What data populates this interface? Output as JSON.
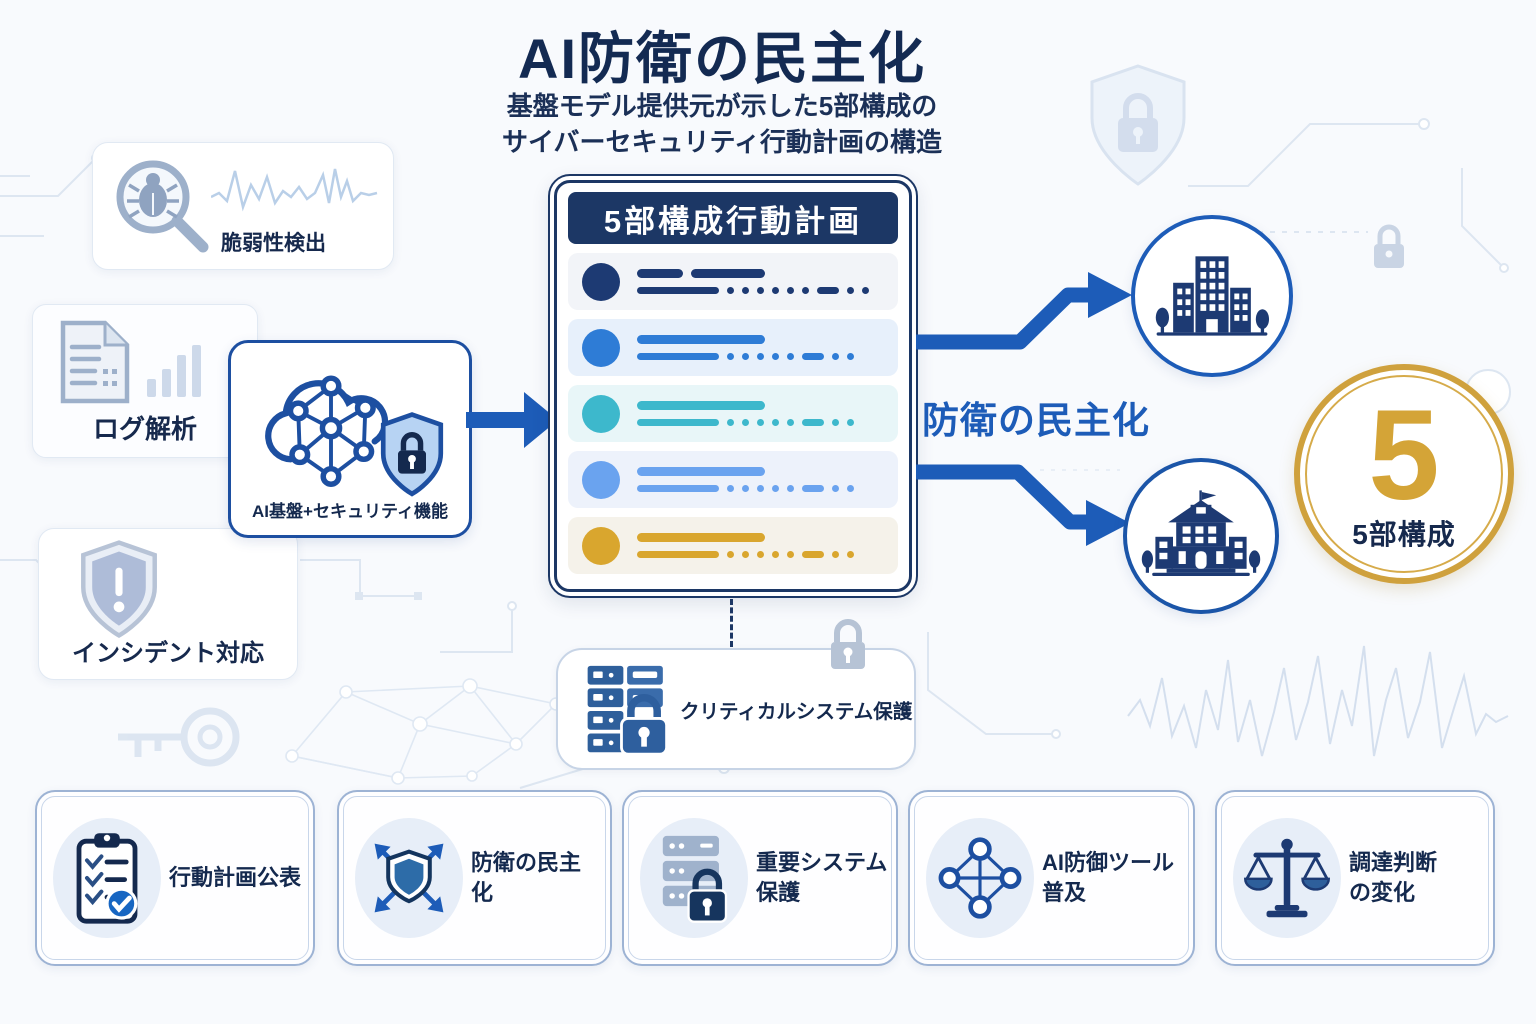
{
  "title": {
    "main": "AI防衛の民主化",
    "subtitle1": "基盤モデル提供元が示した5部構成の",
    "subtitle2": "サイバーセキュリティ行動計画の構造"
  },
  "left_cards": {
    "vulnerability": {
      "label": "脆弱性検出",
      "icon": "bug-magnifier-icon"
    },
    "log": {
      "label": "ログ解析",
      "icon": "document-barchart-icon"
    },
    "incident": {
      "label": "インシデント対応",
      "icon": "shield-alert-icon"
    }
  },
  "ai_box": {
    "label": "AI基盤+セキュリティ機能",
    "icons": [
      "cloud-network-icon",
      "shield-lock-icon"
    ],
    "border_color": "#1d4fa1"
  },
  "plan_panel": {
    "header": "5部構成行動計画",
    "header_bg": "#1c3765",
    "rows": [
      {
        "name": "part-1",
        "color": "#1d3a73",
        "bg": "#f2f4f8"
      },
      {
        "name": "part-2",
        "color": "#2e7cd6",
        "bg": "#e7f0fb"
      },
      {
        "name": "part-3",
        "color": "#3db8cc",
        "bg": "#e8f6f8"
      },
      {
        "name": "part-4",
        "color": "#6aa3ef",
        "bg": "#edf2fb"
      },
      {
        "name": "part-5",
        "color": "#d9a62e",
        "bg": "#f5f2ea"
      }
    ]
  },
  "flow": {
    "label": "防衛の民主化"
  },
  "targets": {
    "enterprise": {
      "icon": "office-buildings-icon"
    },
    "government": {
      "icon": "government-building-icon"
    }
  },
  "badge": {
    "number": "5",
    "label": "5部構成",
    "ring_color": "#cfa13d",
    "number_color": "#d4a437"
  },
  "critical_box": {
    "label": "クリティカルシステム保護",
    "icon": "server-lock-icon"
  },
  "bottom_cards": [
    {
      "id": "publish-plan",
      "label": "行動計画公表",
      "icon": "clipboard-check-icon"
    },
    {
      "id": "democratize-defense",
      "label": "防衛の民主化",
      "icon": "shield-expand-icon"
    },
    {
      "id": "protect-systems",
      "label": "重要システム\n保護",
      "icon": "server-lock-icon"
    },
    {
      "id": "spread-ai-tools",
      "label": "AI防御ツール\n普及",
      "icon": "network-nodes-icon"
    },
    {
      "id": "procurement-change",
      "label": "調達判断\nの変化",
      "icon": "balance-scale-icon"
    }
  ],
  "colors": {
    "accent_blue": "#1d5cb8",
    "navy": "#16294d",
    "gold": "#d4a437",
    "panel_navy": "#1c3765"
  }
}
